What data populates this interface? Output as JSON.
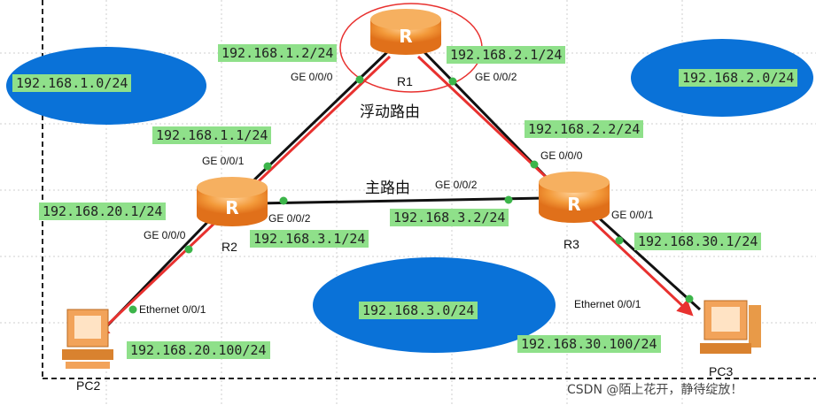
{
  "devices": {
    "r1": "R1",
    "r2": "R2",
    "r3": "R3",
    "pc2": "PC2",
    "pc3": "PC3"
  },
  "networks": {
    "net1": "192.168.1.0/24",
    "net2": "192.168.2.0/24",
    "net3": "192.168.3.0/24"
  },
  "addresses": {
    "r1_g000": "192.168.1.2/24",
    "r1_g002": "192.168.2.1/24",
    "r2_g001": "192.168.1.1/24",
    "r2_g000": "192.168.20.1/24",
    "r2_g002": "192.168.3.1/24",
    "r3_g000": "192.168.2.2/24",
    "r3_g002": "192.168.3.2/24",
    "r3_g001": "192.168.30.1/24",
    "pc2": "192.168.20.100/24",
    "pc3": "192.168.30.100/24"
  },
  "ports": {
    "r1_left": "GE 0/0/0",
    "r1_right": "GE 0/0/2",
    "r2_top": "GE 0/0/1",
    "r2_bottom": "GE 0/0/0",
    "r2_right": "GE 0/0/2",
    "r3_top": "GE 0/0/0",
    "r3_left": "GE 0/0/2",
    "r3_bottom": "GE 0/0/1",
    "pc2_eth": "Ethernet 0/0/1",
    "pc3_eth": "Ethernet 0/0/1"
  },
  "routes": {
    "floating": "浮动路由",
    "main": "主路由"
  },
  "watermark": "CSDN @陌上花开，静待绽放！",
  "colors": {
    "label_bg": "#8fe08a",
    "network_ellipse": "#0a72d8",
    "route_arrow": "#e8312f",
    "link": "#111111",
    "router": "#f08a2a"
  }
}
